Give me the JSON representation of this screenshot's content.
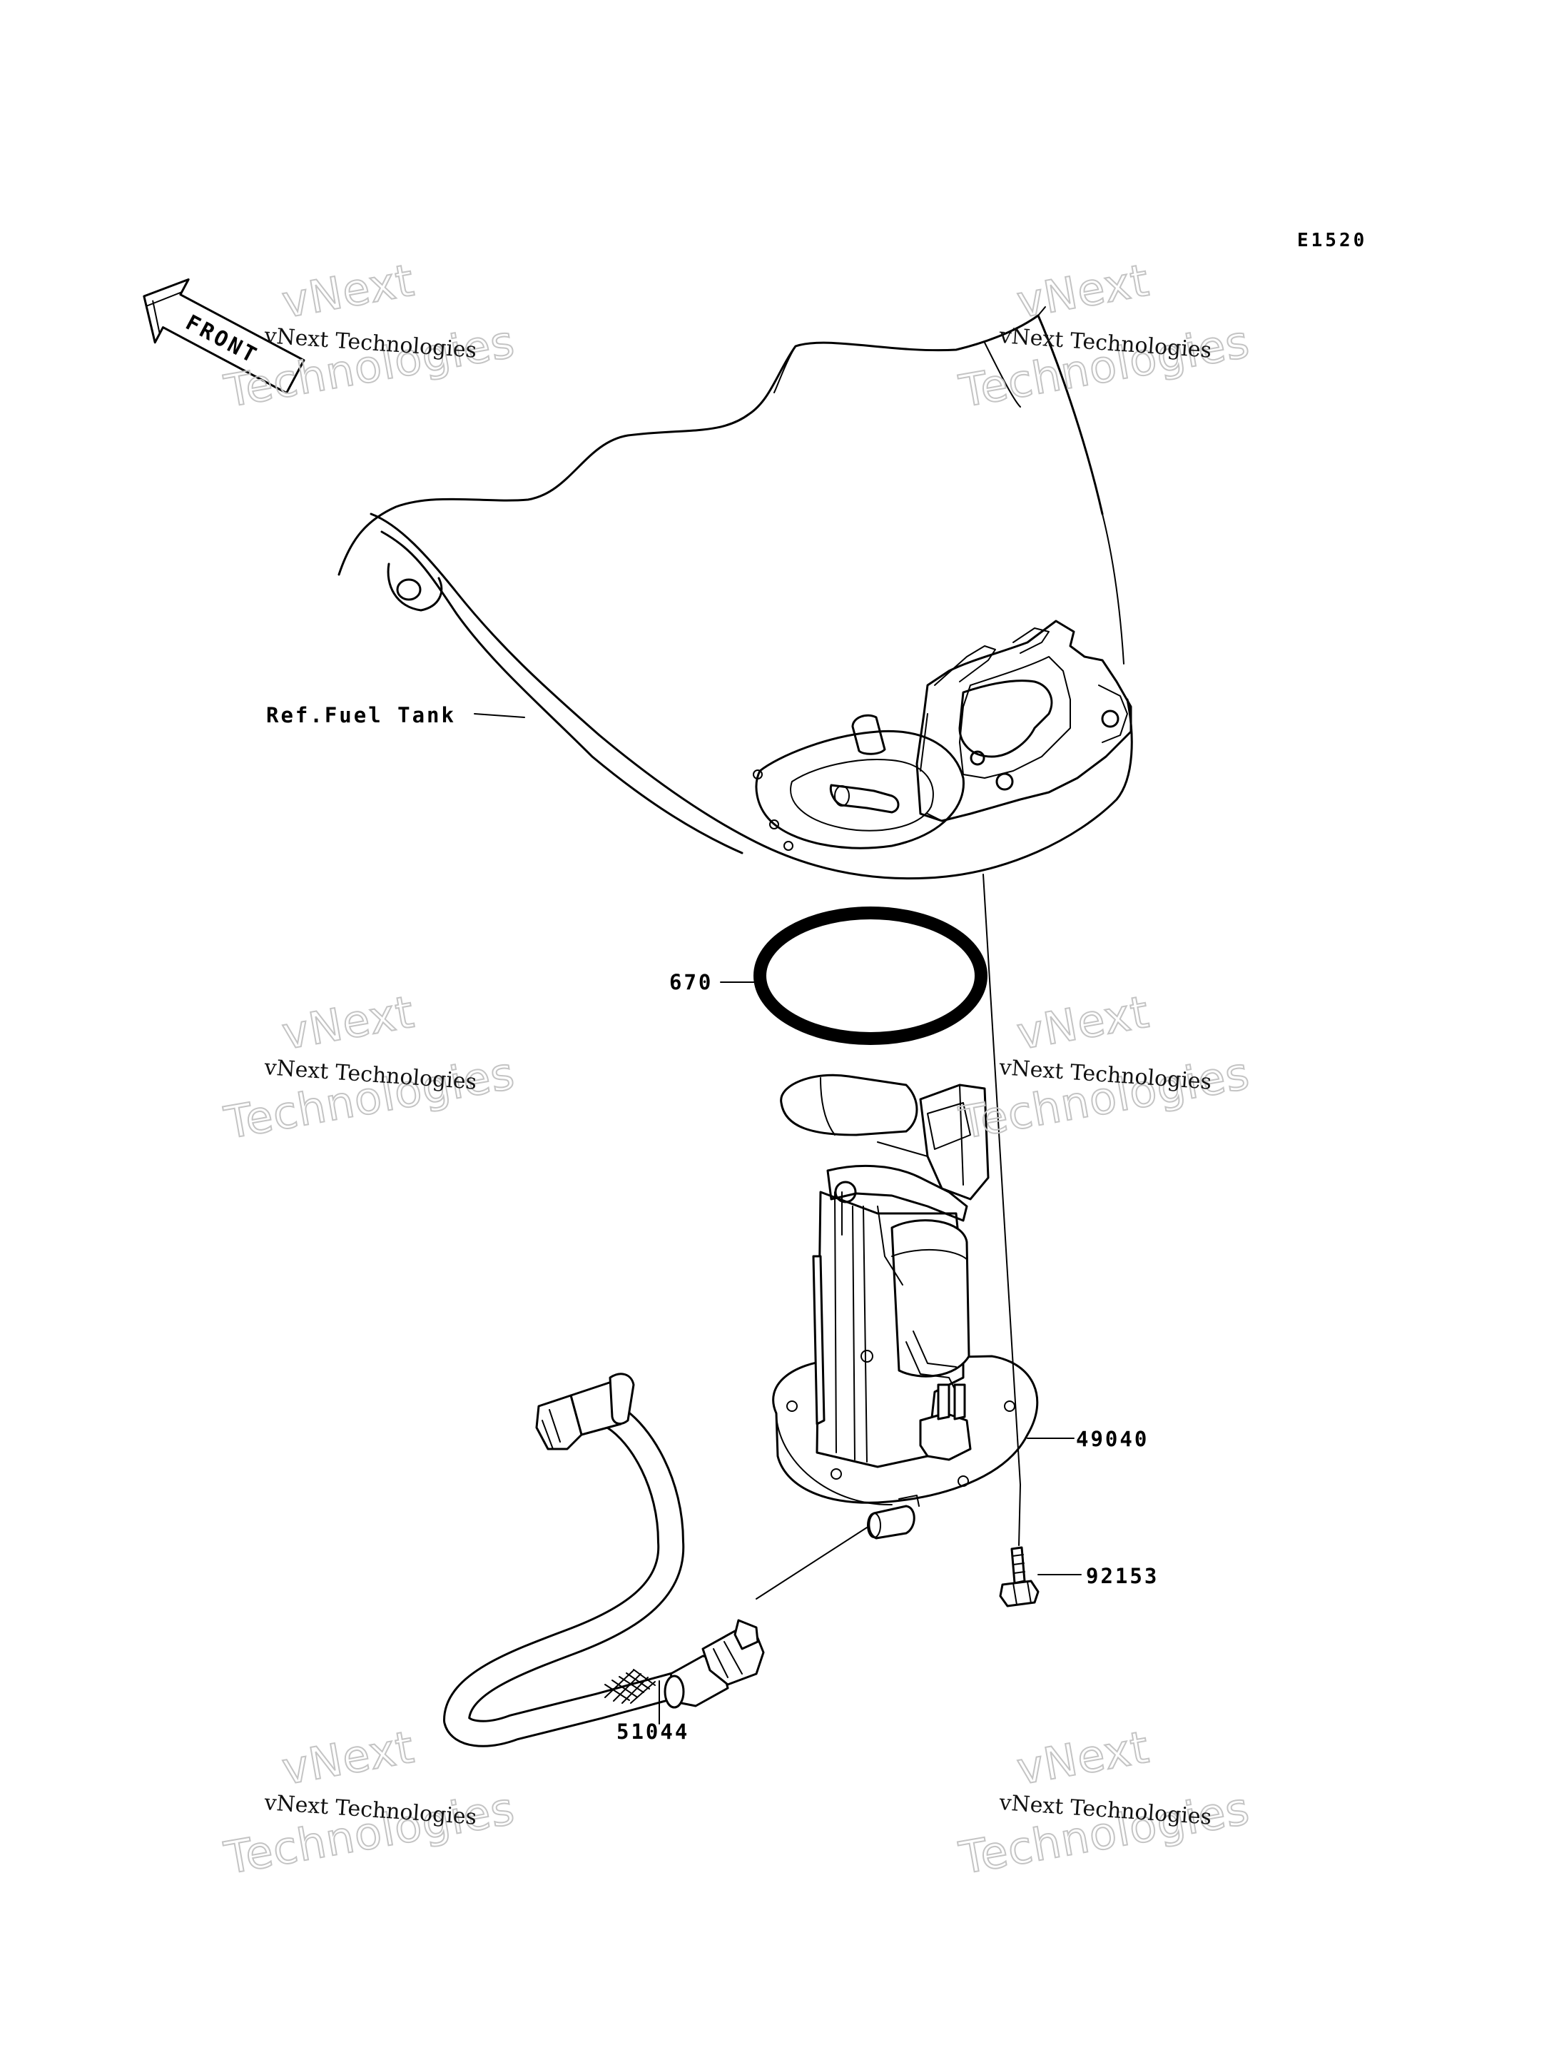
{
  "diagram": {
    "code": "E1520",
    "front_label": "FRONT",
    "callouts": {
      "fuel_tank": "Ref.Fuel Tank",
      "gasket": "670",
      "pump": "49040",
      "bolt": "92153",
      "hose": "51044"
    }
  },
  "watermark": {
    "line_small": "vNext Technologies",
    "line_top": "vNext",
    "line_bottom": "Technologies"
  }
}
